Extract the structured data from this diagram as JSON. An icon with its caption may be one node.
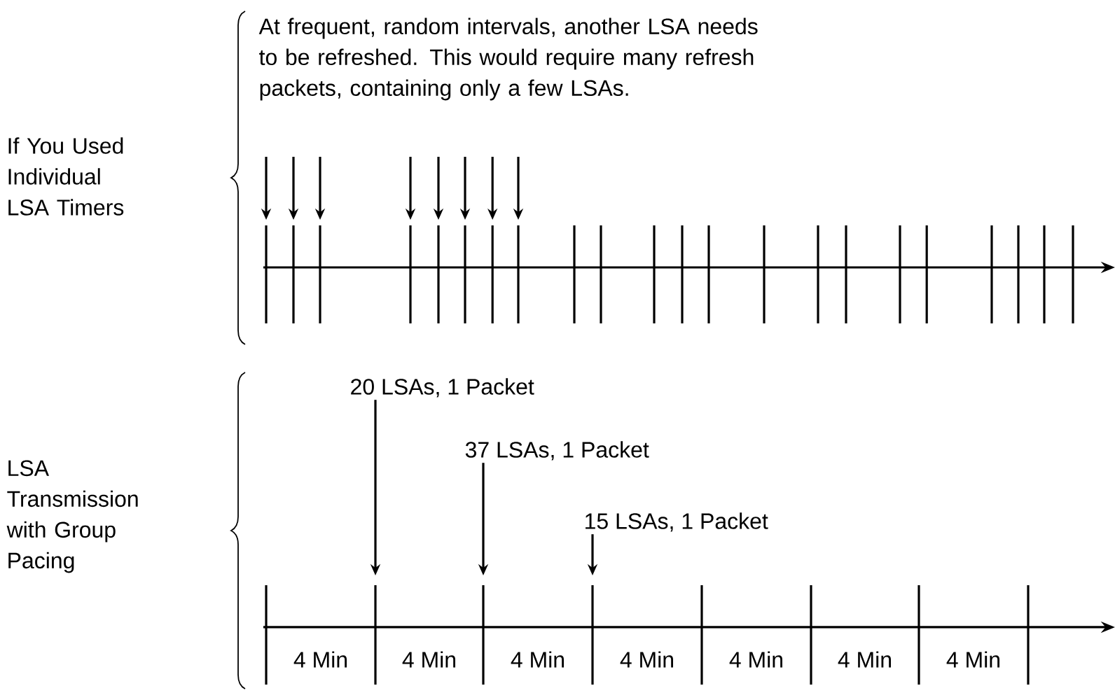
{
  "diagram": {
    "nodes": [
      {
        "text": [
          "20 LSAs, 1 Packet"
        ]
      },
      {
        "text": [
          "37 LSAs, 1 Packet"
        ]
      },
      {
        "text": [
          "15 LSAs, 1 Packet"
        ]
      }
    ],
    "edges": [
      {
        "from": 0,
        "to": null,
        "arrow": "to"
      },
      {
        "from": 1,
        "to": null,
        "arrow": "to"
      },
      {
        "from": 2,
        "to": null,
        "arrow": "to"
      }
    ],
    "labels": [
      "At frequent, random intervals, another LSA needs to be refreshed. This would require many refresh packets, containing only a few LSAs.",
      "If You Used Individual LSA Timers",
      "LSA Transmission with Group Pacing",
      "4 Min",
      "4 Min",
      "4 Min",
      "4 Min",
      "4 Min",
      "4 Min",
      "4 Min"
    ]
  }
}
